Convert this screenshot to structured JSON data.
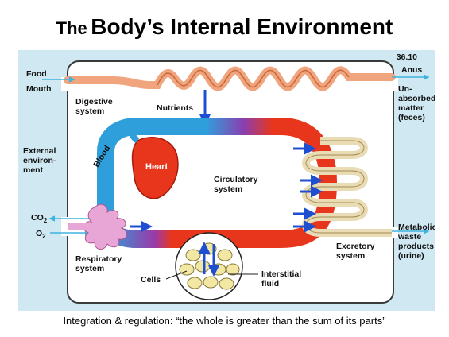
{
  "title": {
    "prefix": "The",
    "main": "Body’s Internal Environment"
  },
  "figure_number": "36.10",
  "labels": {
    "food": "Food",
    "mouth": "Mouth",
    "digestive_1": "Digestive",
    "digestive_2": "system",
    "nutrients": "Nutrients",
    "anus": "Anus",
    "unabsorbed_1": "Un-",
    "unabsorbed_2": "absorbed",
    "unabsorbed_3": "matter",
    "unabsorbed_4": "(feces)",
    "external_1": "External",
    "external_2": "environ-",
    "external_3": "ment",
    "blood": "Blood",
    "heart": "Heart",
    "circulatory_1": "Circulatory",
    "circulatory_2": "system",
    "co2": "CO",
    "o2": "O",
    "sub2": "2",
    "respiratory_1": "Respiratory",
    "respiratory_2": "system",
    "cells": "Cells",
    "interstitial_1": "Interstitial",
    "interstitial_2": "fluid",
    "excretory_1": "Excretory",
    "excretory_2": "system",
    "metabolic_1": "Metabolic",
    "metabolic_2": "waste",
    "metabolic_3": "products",
    "metabolic_4": "(urine)"
  },
  "caption": "Integration & regulation: “the whole is greater than the sum  of  its parts”",
  "colors": {
    "background": "#cfe8f2",
    "body_outline": "#3a3a3a",
    "gut": "#f0a57e",
    "blood_oxygen_poor": "#2f9fdc",
    "blood_oxygen_rich": "#e8361d",
    "kidney_tube": "#e9dcb5",
    "lung": "#e7a6d6",
    "arrow": "#1f4fd1",
    "cells": "#f3e8a3"
  }
}
